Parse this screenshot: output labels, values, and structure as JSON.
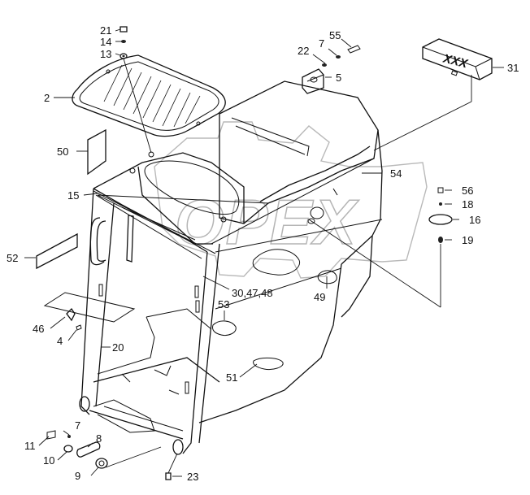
{
  "labels": {
    "l21": "21",
    "l14": "14",
    "l13": "13",
    "l2": "2",
    "l22": "22",
    "l7a": "7",
    "l55": "55",
    "l5": "5",
    "l31": "31",
    "l50": "50",
    "l54": "54",
    "l15": "15",
    "l56": "56",
    "l18": "18",
    "l16": "16",
    "l19": "19",
    "l52": "52",
    "l3047": "30,47,48",
    "l49": "49",
    "l53": "53",
    "l46": "46",
    "l4": "4",
    "l20": "20",
    "l51": "51",
    "l7b": "7",
    "l8": "8",
    "l11": "11",
    "l10": "10",
    "l9": "9",
    "l23": "23"
  },
  "watermark": "OPEX",
  "box_marking": "XXX"
}
